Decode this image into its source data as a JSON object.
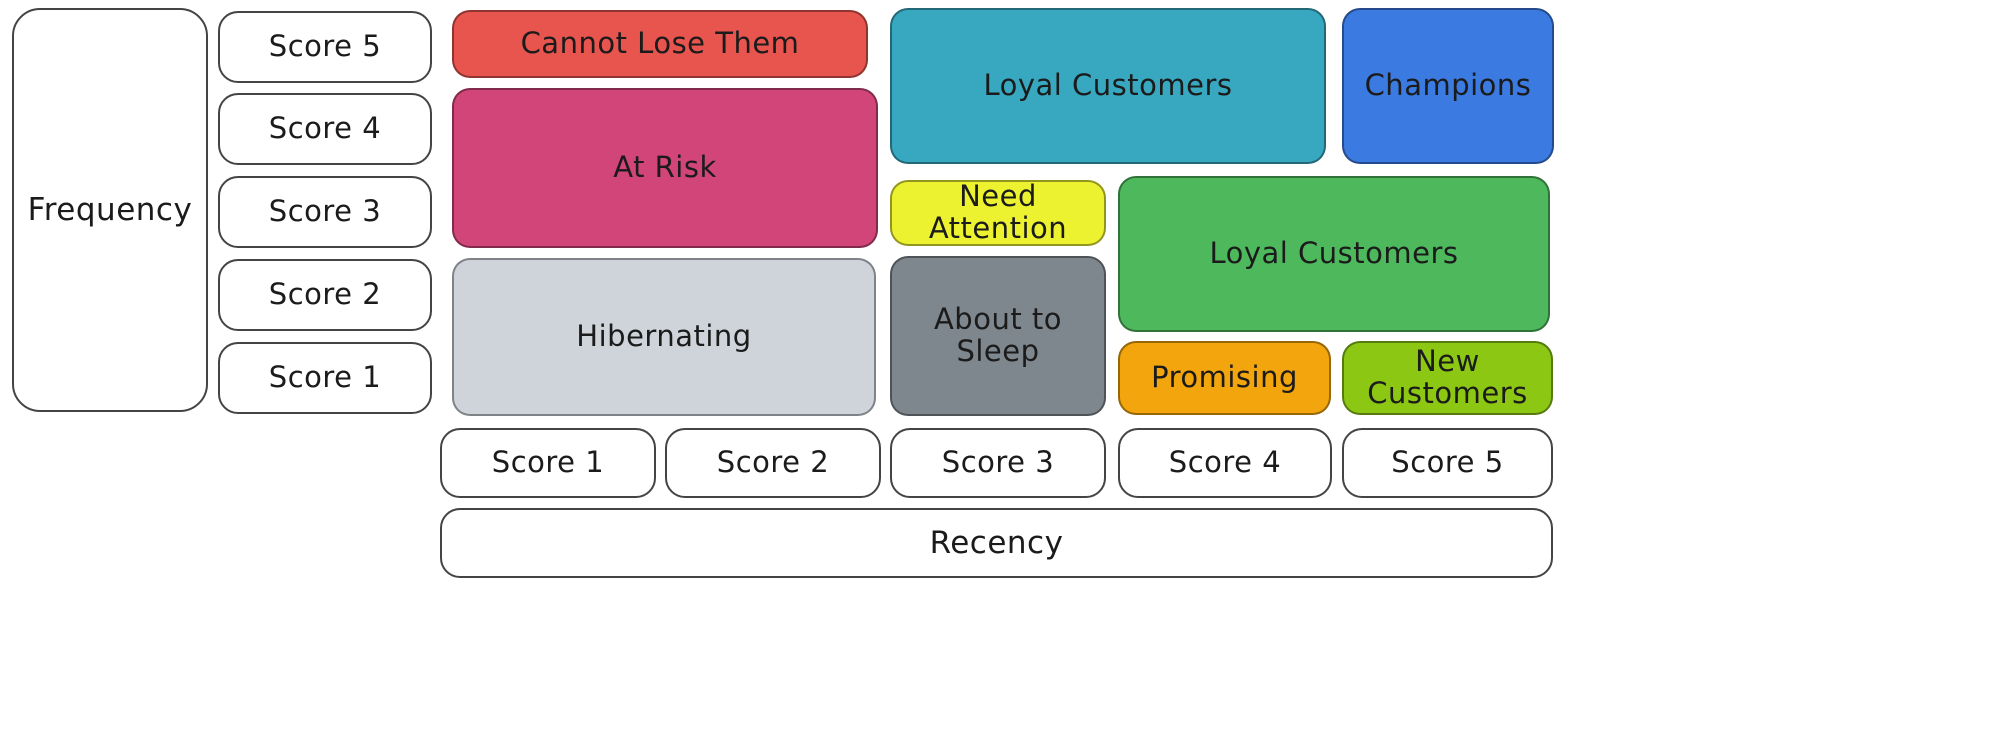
{
  "axes": {
    "frequency": {
      "label": "Frequency",
      "scores": [
        "Score 5",
        "Score 4",
        "Score 3",
        "Score 2",
        "Score 1"
      ]
    },
    "recency": {
      "label": "Recency",
      "scores": [
        "Score 1",
        "Score 2",
        "Score 3",
        "Score 4",
        "Score 5"
      ]
    }
  },
  "segments": {
    "cannot_lose_them": {
      "label": "Cannot Lose Them",
      "color": "#e8544e"
    },
    "at_risk": {
      "label": "At Risk",
      "color": "#d24578"
    },
    "hibernating": {
      "label": "Hibernating",
      "color": "#ced4da"
    },
    "loyal_customers_teal": {
      "label": "Loyal Customers",
      "color": "#38a8c0"
    },
    "champions": {
      "label": "Champions",
      "color": "#3b7ae0"
    },
    "need_attention": {
      "label": "Need Attention",
      "color": "#edf230"
    },
    "about_to_sleep": {
      "label": "About to Sleep",
      "color": "#7e868e"
    },
    "loyal_customers_green": {
      "label": "Loyal Customers",
      "color": "#4eb95c"
    },
    "promising": {
      "label": "Promising",
      "color": "#f2a50c"
    },
    "new_customers": {
      "label": "New Customers",
      "color": "#8cc714"
    }
  }
}
